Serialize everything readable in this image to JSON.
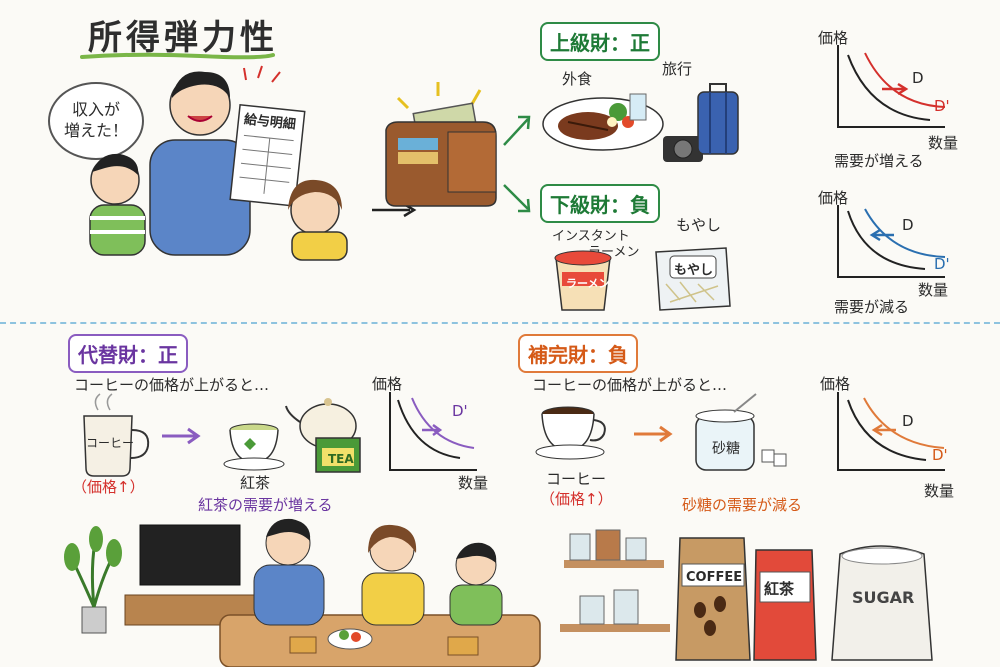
{
  "title": "所得弾力性",
  "speech": "収入が\n増えた！",
  "payslip": {
    "title": "給与明細"
  },
  "superior": {
    "label": "上級財：正",
    "items": [
      "外食",
      "旅行"
    ],
    "graph": {
      "ylabel": "価格",
      "xlabel": "数量",
      "curve1": "D",
      "curve2": "D'",
      "caption": "需要が増える"
    }
  },
  "inferior": {
    "label": "下級財：負",
    "items": [
      "インスタント",
      "ラーメン",
      "もやし"
    ],
    "product_labels": [
      "ラーメン",
      "もやし"
    ],
    "graph": {
      "ylabel": "価格",
      "xlabel": "数量",
      "curve1": "D",
      "curve2": "D'",
      "caption": "需要が減る"
    }
  },
  "substitute": {
    "label": "代替財：正",
    "sentence": "コーヒーの価格が上がると…",
    "cup_label": "コーヒー",
    "price_up": "（価格↑）",
    "tea_label": "紅茶",
    "tea_box": "TEA",
    "result": "紅茶の需要が増える",
    "graph": {
      "ylabel": "価格",
      "xlabel": "数量",
      "curve2": "D'"
    }
  },
  "complement": {
    "label": "補完財：負",
    "sentence": "コーヒーの価格が上がると…",
    "cup_label": "コーヒー",
    "price_up": "（価格↑）",
    "sugar_label": "砂糖",
    "result": "砂糖の需要が減る",
    "graph": {
      "ylabel": "価格",
      "xlabel": "数量",
      "curve1": "D",
      "curve2": "D'"
    }
  },
  "bottom_products": [
    "COFFEE",
    "紅茶",
    "SUGAR"
  ],
  "colors": {
    "green": "#2e8b46",
    "purple": "#8a5cc0",
    "orange": "#e07a3a",
    "red": "#d4302c",
    "blue": "#2a6fb0"
  }
}
